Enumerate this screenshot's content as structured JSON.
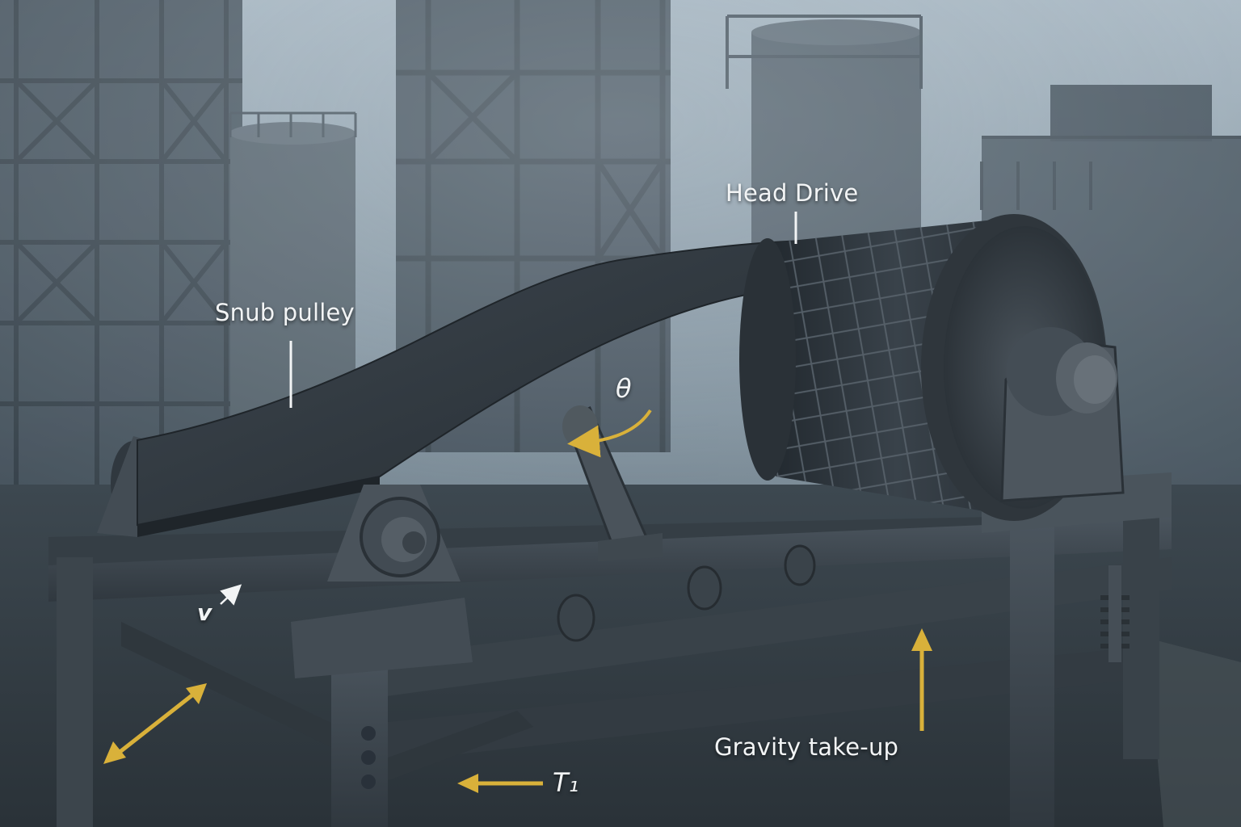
{
  "labels": {
    "head_drive": "Head Drive",
    "snub_pulley": "Snub pulley",
    "gravity_take_up": "Gravity take-up",
    "theta": "θ",
    "velocity": "v",
    "tension": "T₁"
  },
  "colors": {
    "arrow_accent": "#d9b13a",
    "label_text": "#f2f4f5",
    "leader_line": "#f2f4f5",
    "sky": "#9fb0bd",
    "steel": "#3b444c",
    "belt": "#2e363d"
  },
  "icons": {
    "velocity_arrow": "small-diagonal-arrow-icon",
    "tension_arrow": "left-arrow-icon",
    "take_up_arrow": "up-arrow-icon",
    "theta_arc": "curved-arrow-icon",
    "double_arrow": "double-headed-diagonal-arrow-icon"
  }
}
